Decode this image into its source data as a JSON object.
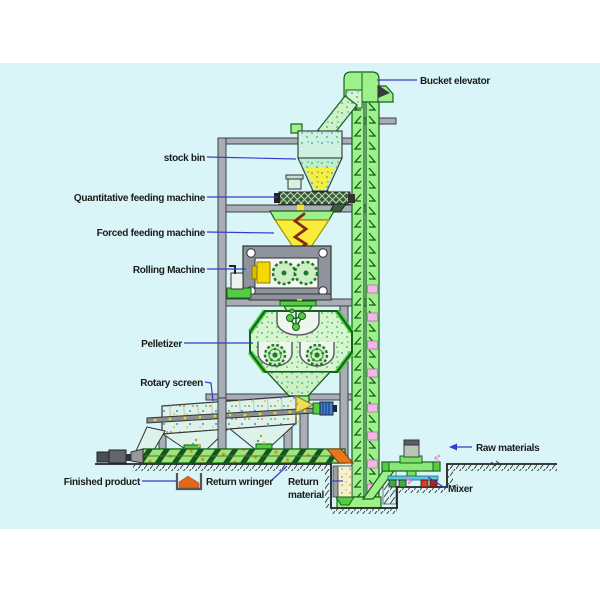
{
  "diagram": {
    "description": "Fertilizer pellet production line process diagram",
    "background_band_color": "#d9f5f7",
    "label_line_color": "#3a3acc",
    "text_color": "#1b1b1b",
    "equipment_green": "#9df08a",
    "structure_gray": "#a9adb4",
    "material_yellow": "#f8ec3c",
    "product_orange": "#e8761f"
  },
  "labels": {
    "bucket_elevator": "Bucket elevator",
    "stock_bin": "stock bin",
    "quantitative_feeding_machine": "Quantitative feeding machine",
    "forced_feeding_machine": "Forced feeding machine",
    "rolling_machine": "Rolling Machine",
    "pelletizer": "Pelletizer",
    "rotary_screen": "Rotary screen",
    "finished_product": "Finished product",
    "return_wringer": "Return wringer",
    "return_material_line1": "Return",
    "return_material_line2": "material",
    "mixer": "Mixer",
    "raw_materials": "Raw materials"
  }
}
